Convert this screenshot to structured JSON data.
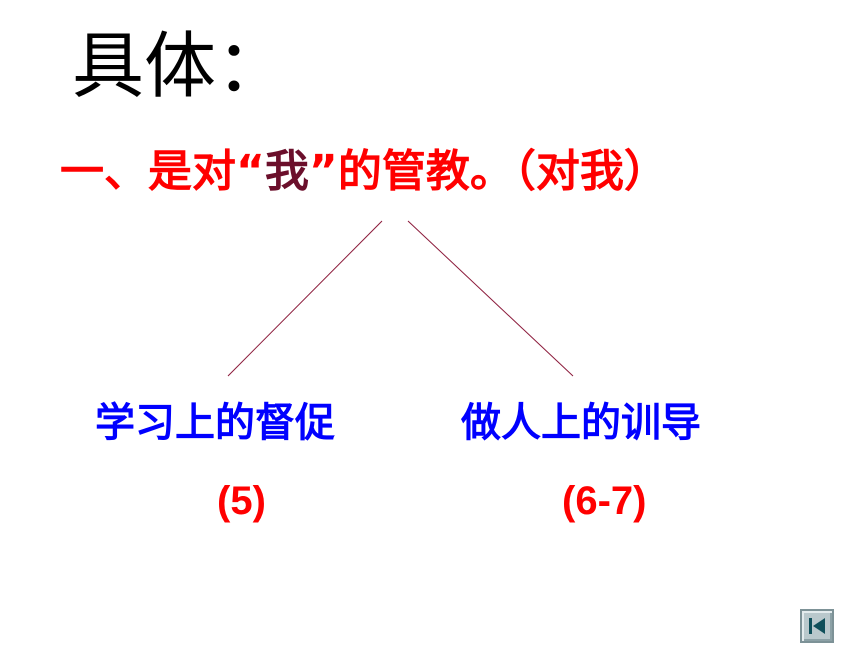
{
  "slide": {
    "title": "具体：",
    "subtitle": {
      "part1": "一、是对“",
      "highlight": "我",
      "part2": "”的管教。（对我）"
    },
    "branches": {
      "left": {
        "label": "学习上的督促",
        "ref": "(5)"
      },
      "right": {
        "label": "做人上的训导",
        "ref": "(6-7)"
      }
    },
    "line_color": "#8b1a3a",
    "nav": {
      "icon": "first-slide-icon"
    }
  }
}
